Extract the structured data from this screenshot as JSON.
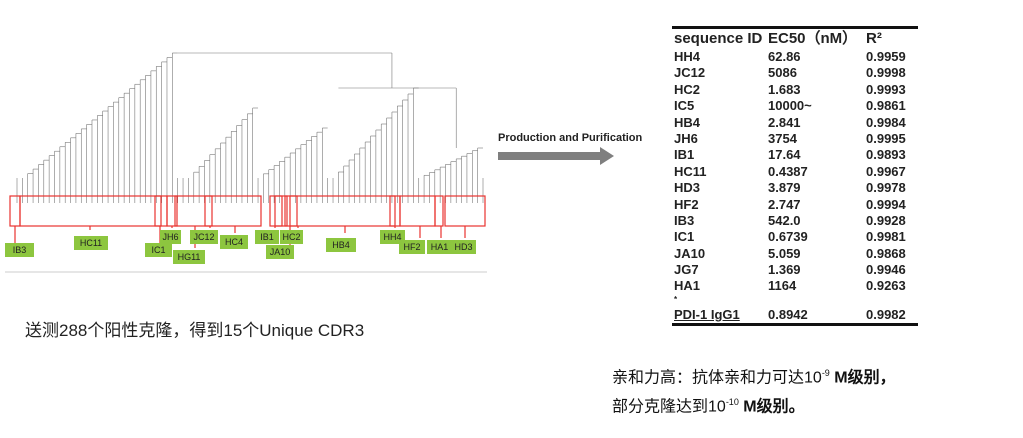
{
  "dendrogram": {
    "labels": [
      "IB3",
      "HC11",
      "IC1",
      "JH6",
      "HG11",
      "JC12",
      "HC4",
      "IB1",
      "HC2",
      "JA10",
      "HB4",
      "HH4",
      "HF2",
      "HA1",
      "HD3"
    ],
    "highlight_color": "#e8332f",
    "label_color": "#8dc63f"
  },
  "arrow_label": "Production and Purification",
  "table": {
    "headers": [
      "sequence ID",
      "EC50（nM）",
      "R²"
    ],
    "rows": [
      [
        "HH4",
        "62.86",
        "0.9959"
      ],
      [
        "JC12",
        "5086",
        "0.9998"
      ],
      [
        "HC2",
        "1.683",
        "0.9993"
      ],
      [
        "IC5",
        "10000~",
        "0.9861"
      ],
      [
        "HB4",
        "2.841",
        "0.9984"
      ],
      [
        "JH6",
        "3754",
        "0.9995"
      ],
      [
        "IB1",
        "17.64",
        "0.9893"
      ],
      [
        "HC11",
        "0.4387",
        "0.9967"
      ],
      [
        "HD3",
        "3.879",
        "0.9978"
      ],
      [
        "HF2",
        "2.747",
        "0.9994"
      ],
      [
        "IB3",
        "542.0",
        "0.9928"
      ],
      [
        "IC1",
        "0.6739",
        "0.9981"
      ],
      [
        "JA10",
        "5.059",
        "0.9868"
      ],
      [
        "JG7",
        "1.369",
        "0.9946"
      ],
      [
        "HA1",
        "1164",
        "0.9263"
      ]
    ],
    "footnote_mark": "*",
    "control": [
      "PDI-1 IgG1",
      "0.8942",
      "0.9982"
    ]
  },
  "caption_left": "送测288个阳性克隆，得到15个Unique CDR3",
  "caption_right": {
    "line1_a": "亲和力高：抗体亲和力可达10",
    "line1_exp": "-9",
    "line1_b": " M级别，",
    "line2_a": "部分克隆达到10",
    "line2_exp": "-10",
    "line2_b": " M级别。"
  }
}
